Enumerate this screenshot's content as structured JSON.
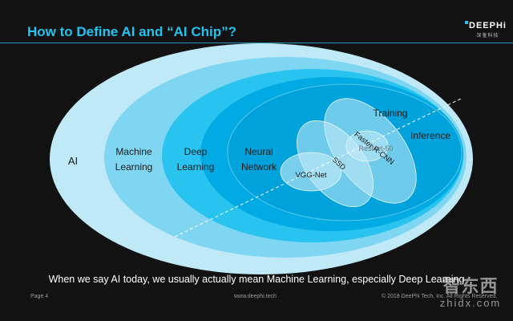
{
  "slide": {
    "title": "How to Define AI and “AI Chip”?",
    "brand": {
      "logo": "DEEPHi",
      "subtitle": "深鉴科技"
    },
    "caption": "When we say AI today, we usually actually mean Machine Learning, especially Deep Learning",
    "footer": {
      "page": "Page 4",
      "url": "www.deephi.tech",
      "copyright": "© 2018 DeePhi Tech, Inc. All Rights Reserved."
    },
    "watermark": {
      "text": "智东西",
      "domain": "zhidx.com"
    }
  },
  "diagram": {
    "colors": {
      "ai": "#bfe9f7",
      "ml": "#7fd6f2",
      "dl": "#28c4ef",
      "nn": "#00abe3",
      "inner_ring": "#00a2dc",
      "small": "#c9ecf8"
    },
    "regions": {
      "ai": "AI",
      "ml_line1": "Machine",
      "ml_line2": "Learning",
      "dl_line1": "Deep",
      "dl_line2": "Learning",
      "nn_line1": "Neural",
      "nn_line2": "Network"
    },
    "models": {
      "vgg": "VGG-Net",
      "ssd": "SSD",
      "resnet": "ResNet-50",
      "faster": "Faster R-CNN",
      "training": "Training",
      "inference": "Inference"
    }
  }
}
